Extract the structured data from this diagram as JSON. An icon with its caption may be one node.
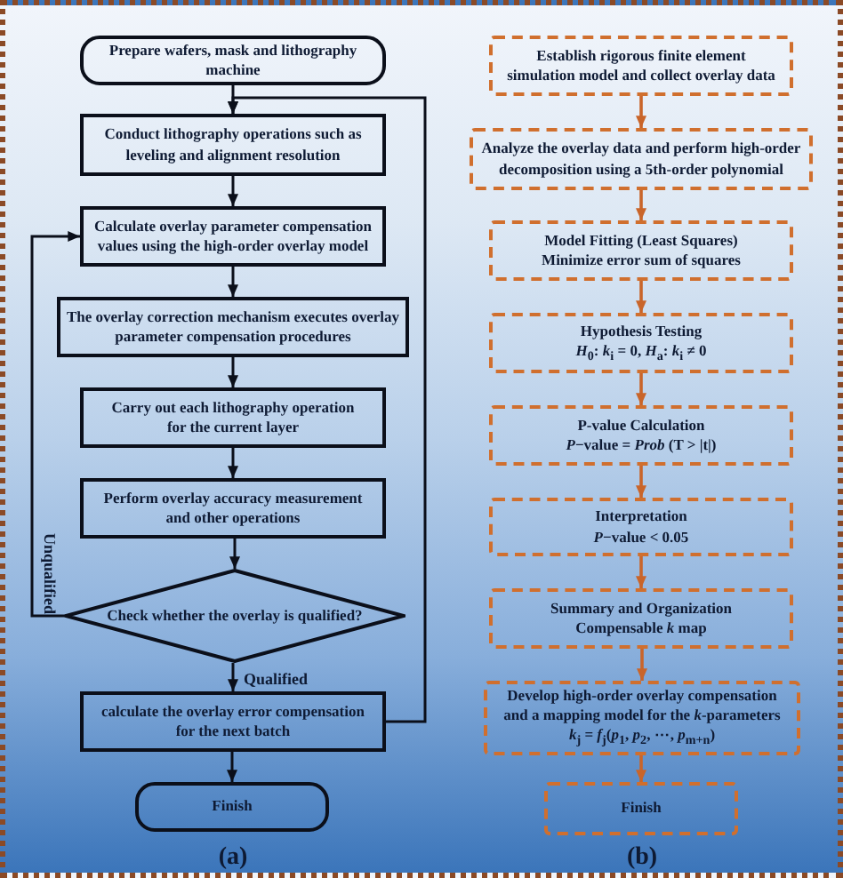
{
  "diagram": {
    "nodes": [
      {
        "text": [
          "Prepare wafers, mask and lithography machine"
        ]
      },
      {
        "text": [
          "Conduct lithography operations such as leveling and alignment resolution"
        ]
      },
      {
        "text": [
          "Calculate overlay parameter compensation values using the high-order overlay model"
        ]
      },
      {
        "text": [
          "The overlay correction mechanism executes overlay parameter compensation procedures"
        ]
      },
      {
        "text": [
          "Carry out each lithography operation for the current layer"
        ]
      },
      {
        "text": [
          "Perform overlay accuracy measurement and other operations"
        ]
      },
      {
        "text": [
          "Check whether the overlay is qualified?"
        ]
      },
      {
        "text": [
          "calculate the overlay error compensation for the next batch"
        ]
      },
      {
        "text": [
          "Finish"
        ]
      },
      {
        "text": [
          "Establish rigorous finite element simulation model and collect overlay data"
        ]
      },
      {
        "text": [
          "Analyze the overlay data and perform high-order decomposition using a 5th-order polynomial"
        ]
      },
      {
        "text": [
          "Model Fitting (Least Squares)",
          "Minimize error sum of squares"
        ]
      },
      {
        "text": [
          "Hypothesis Testing",
          "*H*$_{0}$: *k*$_{i}$ = 0, *H*$_{a}$: *k*$_{i}$ ≠ 0"
        ]
      },
      {
        "text": [
          "P-value Calculation",
          "*P*−value = *Prob* (T > |t|)"
        ]
      },
      {
        "text": [
          "Interpretation",
          "*P*−value < 0.05"
        ]
      },
      {
        "text": [
          "Summary and Organization",
          "Compensable *k* map"
        ]
      },
      {
        "text": [
          "Develop high-order overlay compensation and a mapping model for the *k*-parameters",
          "*k*$_{j}$ = *f*$_{j}$(*p*$_{1}$, *p*$_{2}$, ⋯, *p*$_{m+n}$)"
        ]
      },
      {
        "text": [
          "Finish"
        ]
      }
    ],
    "edges": [
      {
        "from": 0,
        "to": 1,
        "arrow": "to"
      },
      {
        "from": 1,
        "to": 2,
        "arrow": "to"
      },
      {
        "from": 2,
        "to": 3,
        "arrow": "to"
      },
      {
        "from": 3,
        "to": 4,
        "arrow": "to"
      },
      {
        "from": 4,
        "to": 5,
        "arrow": "to"
      },
      {
        "from": 5,
        "to": 6,
        "arrow": "to"
      },
      {
        "from": 6,
        "to": 7,
        "label": "Qualified",
        "arrow": "to"
      },
      {
        "from": 7,
        "to": 8,
        "arrow": "to"
      },
      {
        "from": 6,
        "to": 2,
        "label": "Unqualified",
        "arrow": "to"
      },
      {
        "from": 7,
        "to": 1,
        "arrow": "to"
      },
      {
        "from": 9,
        "to": 10,
        "arrow": "to",
        "color": "#c9652a"
      },
      {
        "from": 10,
        "to": 11,
        "arrow": "to",
        "color": "#c9652a"
      },
      {
        "from": 11,
        "to": 12,
        "arrow": "to",
        "color": "#c9652a"
      },
      {
        "from": 12,
        "to": 13,
        "arrow": "to",
        "color": "#c9652a"
      },
      {
        "from": 13,
        "to": 14,
        "arrow": "to",
        "color": "#c9652a"
      },
      {
        "from": 14,
        "to": 15,
        "arrow": "to",
        "color": "#c9652a"
      },
      {
        "from": 15,
        "to": 16,
        "arrow": "to",
        "color": "#c9652a"
      },
      {
        "from": 16,
        "to": 17,
        "arrow": "to",
        "color": "#c9652a"
      }
    ],
    "labels": [
      "(a)",
      "(b)"
    ]
  }
}
